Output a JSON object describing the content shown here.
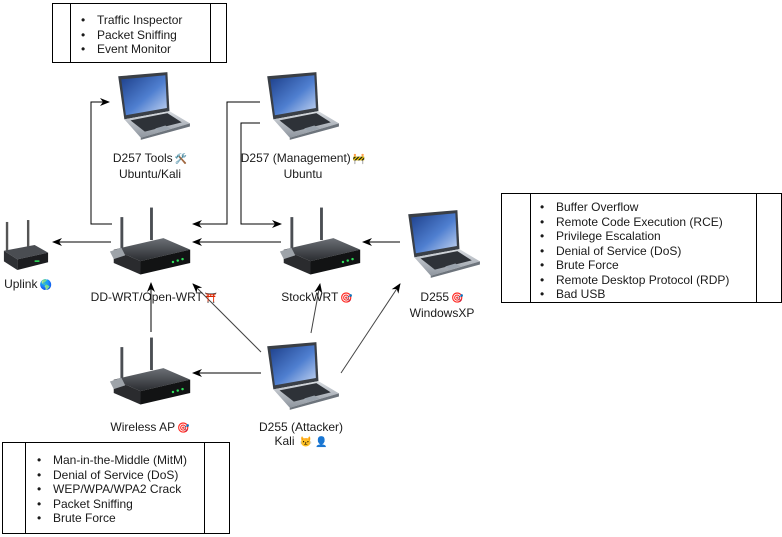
{
  "diagram": {
    "nodes": {
      "tools": {
        "line1": "D257 Tools",
        "emoji1": "🛠️",
        "line2": "Ubuntu/Kali",
        "type": "laptop"
      },
      "management": {
        "line1": "D257 (Management)",
        "emoji1": "🚧",
        "line2": "Ubuntu",
        "type": "laptop"
      },
      "uplink": {
        "line1": "Uplink",
        "emoji1": "🌎",
        "type": "router-small"
      },
      "ddwrt": {
        "line1": "DD-WRT/Open-WRT",
        "emoji1": "⛩️",
        "type": "router"
      },
      "stockwrt": {
        "line1": "StockWRT",
        "emoji1": "🎯",
        "type": "router"
      },
      "windowsxp": {
        "line1": "D255",
        "emoji1": "🎯",
        "line2": "WindowsXP",
        "type": "laptop"
      },
      "wireless_ap": {
        "line1": "Wireless AP",
        "emoji1": "🎯",
        "type": "router"
      },
      "attacker": {
        "line1": "D255 (Attacker)",
        "line2": "Kali",
        "emoji2": "😾 👤",
        "type": "laptop"
      }
    },
    "lists": {
      "tools_capabilities": [
        "Traffic Inspector",
        "Packet Sniffing",
        "Event Monitor"
      ],
      "target_attacks": [
        "Buffer Overflow",
        "Remote Code Execution (RCE)",
        "Privilege Escalation",
        "Denial of Service (DoS)",
        "Brute Force",
        "Remote Desktop Protocol (RDP)",
        "Bad USB"
      ],
      "wireless_attacks": [
        "Man-in-the-Middle (MitM)",
        "Denial of Service (DoS)",
        "WEP/WPA/WPA2 Crack",
        "Packet Sniffing",
        "Brute Force"
      ]
    },
    "edges": [
      {
        "from": "ddwrt",
        "to": "tools"
      },
      {
        "from": "management",
        "to": "ddwrt"
      },
      {
        "from": "management",
        "to": "stockwrt"
      },
      {
        "from": "ddwrt",
        "to": "uplink"
      },
      {
        "from": "stockwrt",
        "to": "ddwrt"
      },
      {
        "from": "windowsxp",
        "to": "stockwrt"
      },
      {
        "from": "wireless_ap",
        "to": "ddwrt"
      },
      {
        "from": "attacker",
        "to": "wireless_ap"
      },
      {
        "from": "attacker",
        "to": "ddwrt"
      },
      {
        "from": "attacker",
        "to": "stockwrt"
      },
      {
        "from": "attacker",
        "to": "windowsxp"
      }
    ]
  }
}
